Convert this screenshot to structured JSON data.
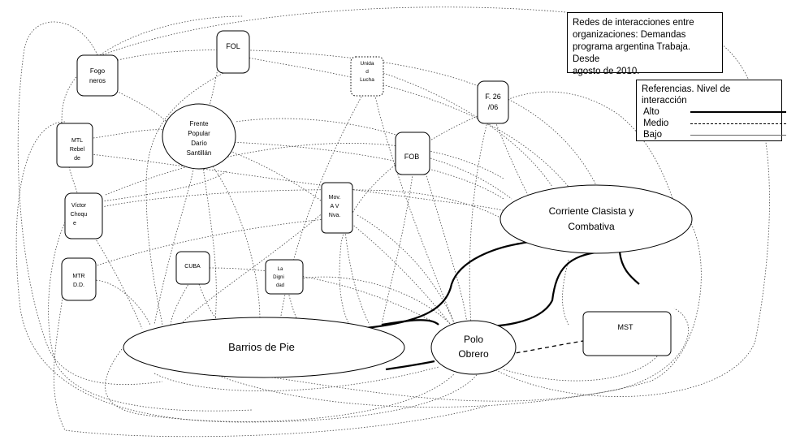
{
  "title_box": {
    "text_lines": [
      "Redes de interacciones entre",
      "organizaciones: Demandas",
      "programa argentina Trabaja. Desde",
      "agosto de 2010."
    ]
  },
  "legend": {
    "heading": "Referencias. Nivel de interacción",
    "items": [
      {
        "label": "Alto",
        "style": "solid-thick"
      },
      {
        "label": "Medio",
        "style": "dashed"
      },
      {
        "label": "Bajo",
        "style": "thin"
      }
    ]
  },
  "nodes": {
    "fogoneros": [
      "Fogo",
      "neros"
    ],
    "fol": [
      "FOL"
    ],
    "unidad_lucha": [
      "Unida",
      "d",
      "Lucha"
    ],
    "f2606": [
      "F. 26",
      "/06"
    ],
    "frente": [
      "Frente",
      "Popular",
      "Darío",
      "Santillán"
    ],
    "mtl": [
      "MTL",
      "Rebel",
      "de"
    ],
    "fob": [
      "FOB"
    ],
    "victor": [
      "Víctor",
      "Choqu",
      "e"
    ],
    "mov": [
      "Mov.",
      "A V",
      "Nva."
    ],
    "ccc": [
      "Corriente Clasista y",
      "Combativa"
    ],
    "cuba": [
      "CUBA"
    ],
    "dignidad": [
      "La",
      "Digni",
      "dad"
    ],
    "mtr": [
      "MTR",
      "D.D."
    ],
    "barrios": [
      "Barrios de Pie"
    ],
    "polo": [
      "Polo",
      "Obrero"
    ],
    "mst": [
      "MST"
    ]
  }
}
